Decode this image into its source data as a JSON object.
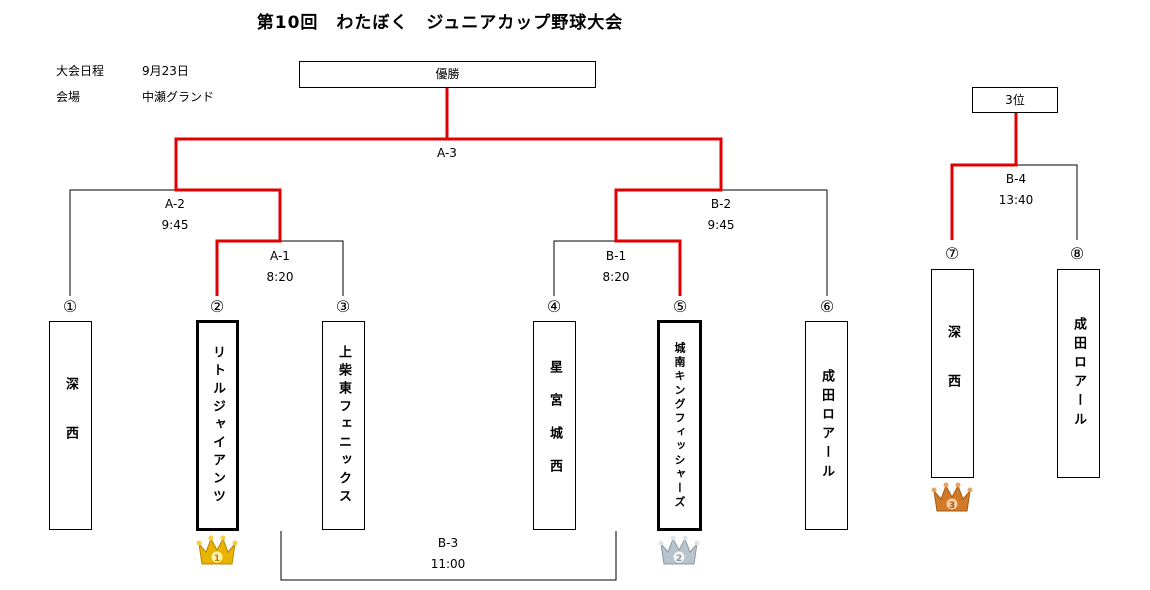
{
  "title": "第10回　わたぼく　ジュニアカップ野球大会",
  "info": {
    "date_label": "大会日程",
    "date_value": "9月23日",
    "venue_label": "会場",
    "venue_value": "中瀬グランド"
  },
  "boxes": {
    "final": "優勝",
    "third_place": "3位"
  },
  "matches": {
    "a1": {
      "id": "A-1",
      "time": "8:20"
    },
    "a2": {
      "id": "A-2",
      "time": "9:45"
    },
    "a3": {
      "id": "A-3"
    },
    "b1": {
      "id": "B-1",
      "time": "8:20"
    },
    "b2": {
      "id": "B-2",
      "time": "9:45"
    },
    "b3": {
      "id": "B-3",
      "time": "11:00"
    },
    "b4": {
      "id": "B-4",
      "time": "13:40"
    }
  },
  "seeds": [
    "①",
    "②",
    "③",
    "④",
    "⑤",
    "⑥",
    "⑦",
    "⑧"
  ],
  "teams": [
    "深西",
    "リトルジャイアンツ",
    "上柴東フェニックス",
    "星宮城西",
    "城南キングフィッシャーズ",
    "成田ロアール",
    "深西",
    "成田ロアール"
  ],
  "colors": {
    "winner_line": "#e00000",
    "gold": "#e8b400",
    "silver": "#b8c4cc",
    "bronze": "#d07a2a"
  },
  "icons": {
    "gold_crown": "crown-1-icon",
    "silver_crown": "crown-2-icon",
    "bronze_crown": "crown-3-icon"
  }
}
